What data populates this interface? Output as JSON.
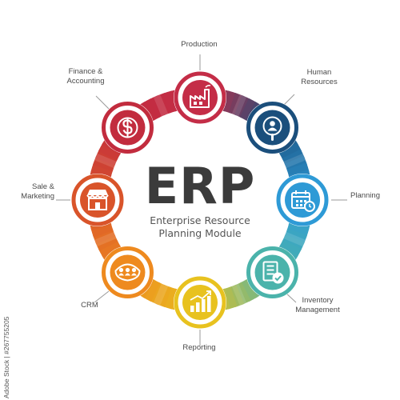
{
  "center": {
    "title": "ERP",
    "subtitle_line1": "Enterprise Resource",
    "subtitle_line2": "Planning Module"
  },
  "modules": [
    {
      "id": "production",
      "lines": [
        "Production"
      ],
      "color": "#c42d47",
      "icon": "factory-icon"
    },
    {
      "id": "human-resources",
      "lines": [
        "Human",
        "Resources"
      ],
      "color": "#1b4f7c",
      "icon": "employee-search-icon"
    },
    {
      "id": "planning",
      "lines": [
        "Planning"
      ],
      "color": "#2e9ad6",
      "icon": "calendar-clock-icon"
    },
    {
      "id": "inventory-management",
      "lines": [
        "Inventory",
        "Management"
      ],
      "color": "#4bb3ab",
      "icon": "checklist-icon"
    },
    {
      "id": "reporting",
      "lines": [
        "Reporting"
      ],
      "color": "#e8c21f",
      "icon": "bar-chart-icon"
    },
    {
      "id": "crm",
      "lines": [
        "CRM"
      ],
      "color": "#ee8a1f",
      "icon": "customers-icon"
    },
    {
      "id": "sale-marketing",
      "lines": [
        "Sale &",
        "Marketing"
      ],
      "color": "#d9542a",
      "icon": "storefront-icon"
    },
    {
      "id": "finance-accounting",
      "lines": [
        "Finance &",
        "Accounting"
      ],
      "color": "#c22c3e",
      "icon": "dollar-coin-icon"
    }
  ],
  "watermark": "Adobe Stock | #267755205"
}
